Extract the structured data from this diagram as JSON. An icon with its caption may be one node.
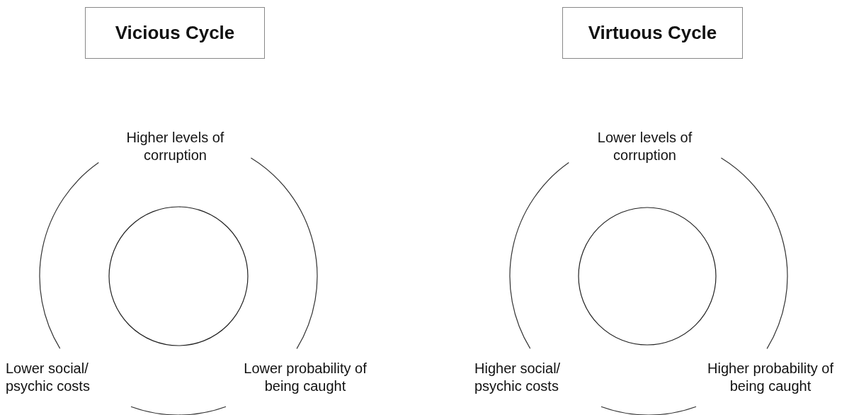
{
  "diagram": {
    "nodes": [
      {
        "text": [
          "Vicious Cycle"
        ]
      },
      {
        "text": [
          "Higher levels of corruption"
        ]
      },
      {
        "text": [],
        "shape": "circle"
      },
      {
        "text": [
          "Lower social/ psychic costs"
        ]
      },
      {
        "text": [
          "Lower probability of being caught"
        ]
      },
      {
        "text": [
          "Virtuous Cycle"
        ]
      },
      {
        "text": [
          "Lower levels of corruption"
        ]
      },
      {
        "text": [],
        "shape": "circle"
      },
      {
        "text": [
          "Higher social/ psychic costs"
        ]
      },
      {
        "text": [
          "Higher probability of being caught"
        ]
      }
    ],
    "edges": [
      {
        "from": 1,
        "to": 4,
        "arrow": "none"
      },
      {
        "from": 4,
        "to": 3,
        "arrow": "none"
      },
      {
        "from": 3,
        "to": 1,
        "arrow": "none"
      },
      {
        "from": 6,
        "to": 9,
        "arrow": "none"
      },
      {
        "from": 9,
        "to": 8,
        "arrow": "none"
      },
      {
        "from": 8,
        "to": 6,
        "arrow": "none"
      }
    ]
  }
}
